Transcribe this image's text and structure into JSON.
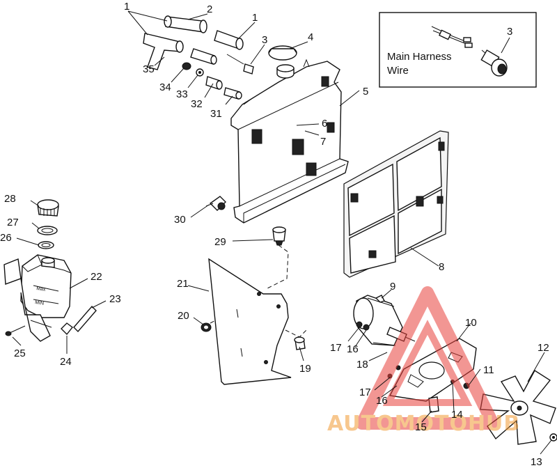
{
  "callouts": {
    "c1a": "1",
    "c2": "2",
    "c1b": "1",
    "c3": "3",
    "c4": "4",
    "c35": "35",
    "c34": "34",
    "c33": "33",
    "c32": "32",
    "c31": "31",
    "c5": "5",
    "c6": "6",
    "c7": "7",
    "c28": "28",
    "c27": "27",
    "c26": "26",
    "c30": "30",
    "c29": "29",
    "c8": "8",
    "c22": "22",
    "c21": "21",
    "c23": "23",
    "c20": "20",
    "c25": "25",
    "c24": "24",
    "c9": "9",
    "c10": "10",
    "c17a": "17",
    "c16a": "16",
    "c18": "18",
    "c19": "19",
    "c11": "11",
    "c12": "12",
    "c17b": "17",
    "c16b": "16",
    "c14": "14",
    "c15": "15",
    "c13": "13",
    "c3inset": "3"
  },
  "inset": {
    "label_line1": "Main Harness",
    "label_line2": "Wire"
  },
  "tank_marks": {
    "max": "Max",
    "min": "MIN"
  },
  "watermark": {
    "text": "AUTOMOTOHUB",
    "color": "#e8413c"
  }
}
